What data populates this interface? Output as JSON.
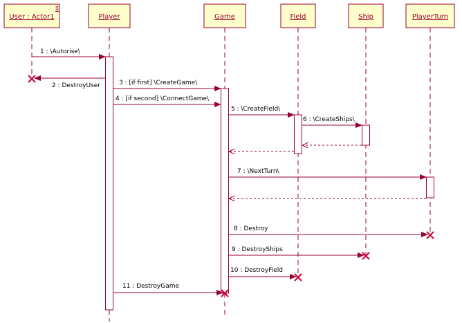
{
  "diagram": {
    "type": "sequence",
    "colors": {
      "stroke": "#990033",
      "box_fill": "#ffffcc",
      "destroy": "#cc0033",
      "text": "#000000"
    },
    "participants": [
      {
        "id": "user",
        "label": "User : Actor1",
        "actor_mark": "‡"
      },
      {
        "id": "player",
        "label": "Player"
      },
      {
        "id": "game",
        "label": "Game"
      },
      {
        "id": "field",
        "label": "Field"
      },
      {
        "id": "ship",
        "label": "Ship"
      },
      {
        "id": "playerturn",
        "label": "PlayerTurn"
      }
    ],
    "messages": [
      {
        "id": "m1",
        "from": "user",
        "to": "player",
        "label": "1 : \\Autorise\\"
      },
      {
        "id": "m2",
        "from": "player",
        "to": "user",
        "label": "2 : DestroyUser",
        "destroy": true
      },
      {
        "id": "m3",
        "from": "player",
        "to": "game",
        "label": "3 : [if first] \\CreateGame\\"
      },
      {
        "id": "m4",
        "from": "player",
        "to": "game",
        "label": "4 : [if second] \\ConnectGame\\"
      },
      {
        "id": "m5",
        "from": "game",
        "to": "field",
        "label": "5 : \\CreateField\\"
      },
      {
        "id": "m6",
        "from": "field",
        "to": "ship",
        "label": "6 : \\CreateShips\\"
      },
      {
        "id": "r6",
        "from": "ship",
        "to": "field",
        "label": "",
        "reply": true
      },
      {
        "id": "r5",
        "from": "field",
        "to": "game",
        "label": "",
        "reply": true
      },
      {
        "id": "m7",
        "from": "game",
        "to": "playerturn",
        "label": "7 : \\NextTurn\\"
      },
      {
        "id": "r7",
        "from": "playerturn",
        "to": "game",
        "label": "",
        "reply": true
      },
      {
        "id": "m8",
        "from": "game",
        "to": "playerturn",
        "label": "8 : Destroy",
        "destroy": true
      },
      {
        "id": "m9",
        "from": "game",
        "to": "ship",
        "label": "9 : DestroyShips",
        "destroy": true
      },
      {
        "id": "m10",
        "from": "game",
        "to": "field",
        "label": "10 : DestroyField",
        "destroy": true
      },
      {
        "id": "m11",
        "from": "player",
        "to": "game",
        "label": "11 : DestroyGame",
        "destroy": true
      }
    ]
  }
}
